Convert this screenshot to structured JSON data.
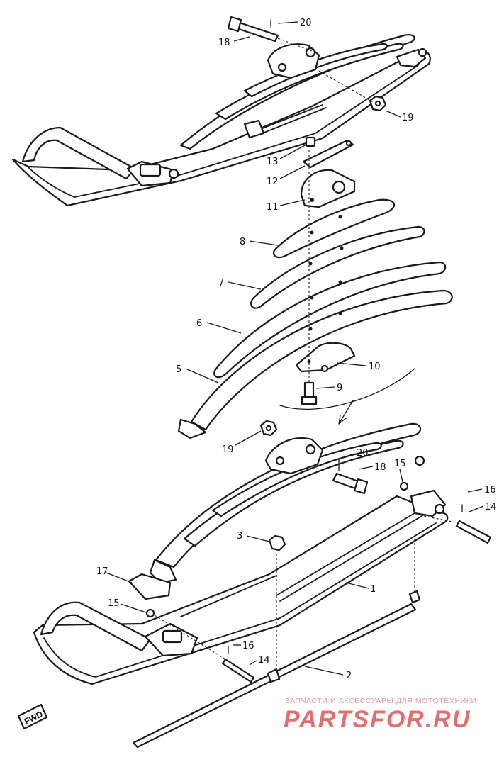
{
  "callouts": [
    {
      "id": "c20a",
      "label": "20"
    },
    {
      "id": "c18a",
      "label": "18"
    },
    {
      "id": "c19a",
      "label": "19"
    },
    {
      "id": "c13",
      "label": "13"
    },
    {
      "id": "c12",
      "label": "12"
    },
    {
      "id": "c11",
      "label": "11"
    },
    {
      "id": "c8",
      "label": "8"
    },
    {
      "id": "c7",
      "label": "7"
    },
    {
      "id": "c6",
      "label": "6"
    },
    {
      "id": "c5",
      "label": "5"
    },
    {
      "id": "c10",
      "label": "10"
    },
    {
      "id": "c9",
      "label": "9"
    },
    {
      "id": "c19b",
      "label": "19"
    },
    {
      "id": "c20b",
      "label": "20"
    },
    {
      "id": "c18b",
      "label": "18"
    },
    {
      "id": "c15a",
      "label": "15"
    },
    {
      "id": "c16a",
      "label": "16"
    },
    {
      "id": "c14a",
      "label": "14"
    },
    {
      "id": "c3",
      "label": "3"
    },
    {
      "id": "c17",
      "label": "17"
    },
    {
      "id": "c1",
      "label": "1"
    },
    {
      "id": "c15b",
      "label": "15"
    },
    {
      "id": "c16b",
      "label": "16"
    },
    {
      "id": "c14b",
      "label": "14"
    },
    {
      "id": "c2",
      "label": "2"
    }
  ],
  "direction_marker": {
    "label": "FWD"
  },
  "watermark": {
    "tagline": "ЗАПЧАСТИ И АКСЕССУАРЫ ДЛЯ МОТОТЕХНИКИ",
    "brand": "PARTSFOR.RU",
    "color": "#e07070"
  }
}
